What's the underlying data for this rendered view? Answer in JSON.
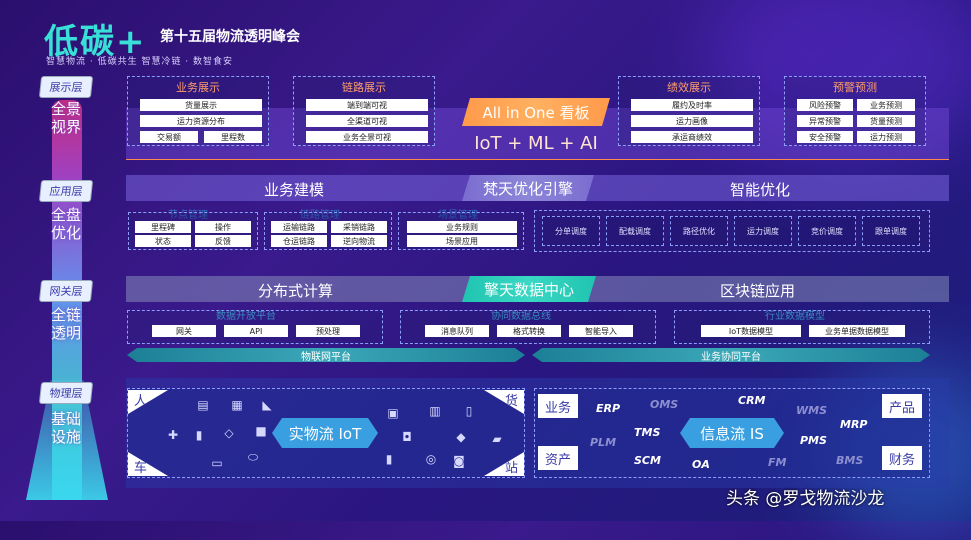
{
  "header": {
    "logo": "低碳+",
    "title": "第十五届物流透明峰会",
    "subtitle": "智慧物流 · 低碳共生   智慧冷链 · 数智食安"
  },
  "layers": [
    {
      "tag": "展示层",
      "name": "全景视界"
    },
    {
      "tag": "应用层",
      "name": "全盘优化"
    },
    {
      "tag": "网关层",
      "name": "全链透明"
    },
    {
      "tag": "物理层",
      "name": "基础设施"
    }
  ],
  "display": {
    "business": {
      "title": "业务展示",
      "items": [
        "货量展示",
        "运力资源分布",
        "交易额",
        "里程数"
      ]
    },
    "link": {
      "title": "链路展示",
      "items": [
        "端到端可视",
        "全渠道可视",
        "业务全景可视"
      ]
    },
    "center": {
      "line1": "All in One 看板",
      "line2": "IoT + ML + AI"
    },
    "performance": {
      "title": "绩效展示",
      "items": [
        "履约及时率",
        "运力画像",
        "承运商绩效"
      ]
    },
    "alert": {
      "title": "预警预测",
      "items": [
        "风险预警",
        "业务预测",
        "异常预警",
        "货量预测",
        "安全预警",
        "运力预测"
      ]
    }
  },
  "application": {
    "left_title": "业务建模",
    "center": "梵天优化引擎",
    "right_title": "智能优化",
    "ghost_labels": [
      "节点管理",
      "链路管理",
      "场景管理"
    ],
    "node": [
      "里程碑",
      "操作",
      "状态",
      "反馈"
    ],
    "links": [
      "运输链路",
      "采销链路",
      "仓运链路",
      "逆向物流"
    ],
    "scenes": [
      "业务规则",
      "场景应用"
    ],
    "opt": [
      "分单调度",
      "配载调度",
      "路径优化",
      "运力调度",
      "竞价调度",
      "跟单调度"
    ]
  },
  "gateway": {
    "left_title": "分布式计算",
    "center": "擎天数据中心",
    "right_title": "区块链应用",
    "open": {
      "title": "数据开放平台",
      "items": [
        "网关",
        "API",
        "预处理"
      ]
    },
    "bus": {
      "title": "协同数据总线",
      "items": [
        "消息队列",
        "格式转换",
        "智能导入"
      ]
    },
    "model": {
      "title": "行业数据模型",
      "items": [
        "IoT数据模型",
        "业务单据数据模型"
      ]
    },
    "platform_left": "物联网平台",
    "platform_right": "业务协同平台"
  },
  "physical": {
    "left_center": "实物流 IoT",
    "left_corners": [
      "人",
      "货",
      "车",
      "站"
    ],
    "right_center": "信息流 IS",
    "right_corners": [
      "业务",
      "产品",
      "资产",
      "财务"
    ],
    "systems": [
      "ERP",
      "OMS",
      "CRM",
      "WMS",
      "MRP",
      "PLM",
      "TMS",
      "PMS",
      "SCM",
      "OA",
      "FM",
      "BMS"
    ]
  },
  "watermark": "头条 @罗戈物流沙龙"
}
